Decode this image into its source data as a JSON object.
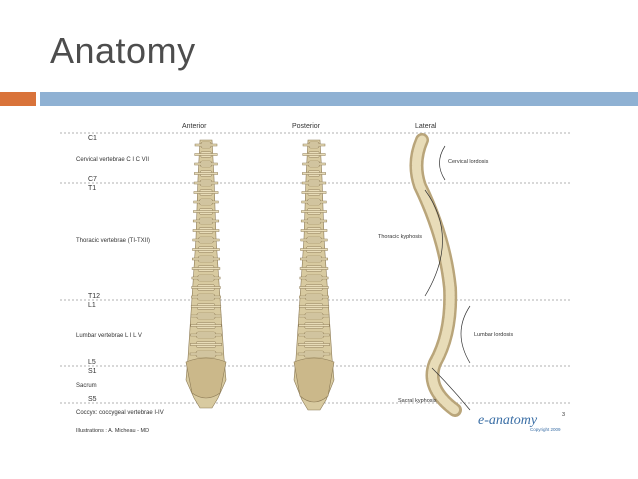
{
  "slide": {
    "title": "Anatomy"
  },
  "figure": {
    "views": [
      "Anterior",
      "Posterior",
      "Lateral"
    ],
    "levels": {
      "c1": "C1",
      "c7": "C7",
      "t1": "T1",
      "t12": "T12",
      "l1": "L1",
      "l5": "L5",
      "s1": "S1",
      "s5": "S5"
    },
    "regions": {
      "cervical": "Cervical vertebrae C I C VII",
      "thoracic": "Thoracic vertebrae (TI-TXII)",
      "lumbar": "Lumbar vertebrae L I L V",
      "sacrum": "Sacrum",
      "coccyx": "Coccyx: coccygeal vertebrae I-IV"
    },
    "curvatures": {
      "cervical": "Cervical lordosis",
      "thoracic": "Thoracic kyphosis",
      "lumbar": "Lumbar lordosis",
      "sacral": "Sacral kyphosis"
    },
    "credit": "Illustrations : A. Micheau - MD",
    "logo": {
      "text": "e-anatomy",
      "page": "3",
      "sub": "Copyright 2009"
    },
    "colors": {
      "bone": "#e8dcb8",
      "bone_shade": "#b9a57a",
      "bone_dark": "#8c7a55"
    }
  }
}
